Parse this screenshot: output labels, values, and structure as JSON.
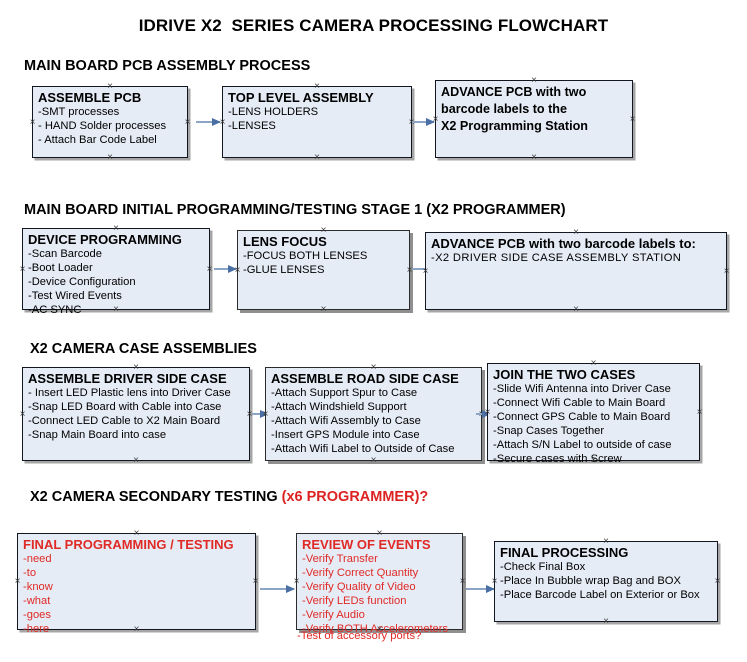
{
  "title": "IDRIVE X2  SERIES CAMERA PROCESSING FLOWCHART",
  "colors": {
    "box_fill": "#e6ecf6",
    "box_border": "#11161f",
    "box_shadow": "#a6a6a6",
    "arrow_line": "#8ba5c4",
    "arrow_head": "#4a6fa5",
    "accent_red": "#e02a26"
  },
  "sections": [
    {
      "header": "MAIN BOARD PCB ASSEMBLY PROCESS",
      "header_accent": "",
      "boxes": [
        {
          "title": "ASSEMBLE PCB",
          "lines": [
            "-SMT processes",
            "- HAND Solder processes",
            "- Attach Bar Code Label"
          ]
        },
        {
          "title": "TOP LEVEL ASSEMBLY",
          "lines": [
            "-LENS HOLDERS",
            "-LENSES"
          ]
        },
        {
          "title": "",
          "lines": [
            "ADVANCE PCB with two",
            "barcode labels to the",
            " X2 Programming Station"
          ]
        }
      ]
    },
    {
      "header": "MAIN BOARD INITIAL PROGRAMMING/TESTING STAGE 1 (X2 PROGRAMMER)",
      "header_accent": "",
      "boxes": [
        {
          "title": "DEVICE PROGRAMMING",
          "lines": [
            "-Scan Barcode",
            "-Boot Loader",
            "-Device Configuration",
            "-Test Wired Events",
            "-AC SYNC"
          ]
        },
        {
          "title": "LENS FOCUS",
          "lines": [
            "-FOCUS BOTH LENSES",
            "-GLUE LENSES"
          ]
        },
        {
          "title": "ADVANCE PCB with two barcode labels to:",
          "lines": [
            "-X2 DRIVER  SIDE  CASE  ASSEMBLY STATION"
          ]
        }
      ]
    },
    {
      "header": "X2 CAMERA CASE ASSEMBLIES",
      "header_accent": "",
      "boxes": [
        {
          "title": "ASSEMBLE DRIVER SIDE CASE",
          "lines": [
            "- Insert LED Plastic lens into Driver Case",
            "-Snap LED Board with Cable into Case",
            "-Connect LED Cable to X2 Main Board",
            "-Snap Main Board into case"
          ]
        },
        {
          "title": "ASSEMBLE ROAD SIDE CASE",
          "lines": [
            "-Attach Support Spur to Case",
            "-Attach Windshield Support",
            "-Attach Wifi Assembly to Case",
            "-Insert GPS Module into Case",
            "-Attach Wifi Label to Outside of Case"
          ]
        },
        {
          "title": "JOIN THE TWO CASES",
          "lines": [
            "-Slide Wifi Antenna into Driver Case",
            "-Connect Wifi Cable to Main Board",
            "-Connect GPS Cable to Main Board",
            "-Snap Cases Together",
            "-Attach S/N Label to outside of case",
            "-Secure cases with Screw"
          ]
        }
      ]
    },
    {
      "header": "X2 CAMERA SECONDARY TESTING ",
      "header_accent": "(x6 PROGRAMMER)?",
      "boxes": [
        {
          "title": "FINAL PROGRAMMING / TESTING",
          "lines": [
            "-need",
            "-to",
            "-know",
            "-what",
            "-goes",
            "-here"
          ]
        },
        {
          "title": "REVIEW OF EVENTS",
          "lines": [
            "-Verify Transfer",
            "-Verify Correct Quantity",
            "-Verify Quality of Video",
            "-Verify LEDs function",
            "-Verify Audio",
            "-Verify BOTH Accelerometers"
          ],
          "overflow_line": "-Test of accessory ports?"
        },
        {
          "title": "FINAL PROCESSING",
          "lines": [
            " -Check Final Box",
            "-Place In Bubble wrap Bag and BOX",
            "-Place Barcode Label on Exterior or Box"
          ]
        }
      ]
    }
  ]
}
